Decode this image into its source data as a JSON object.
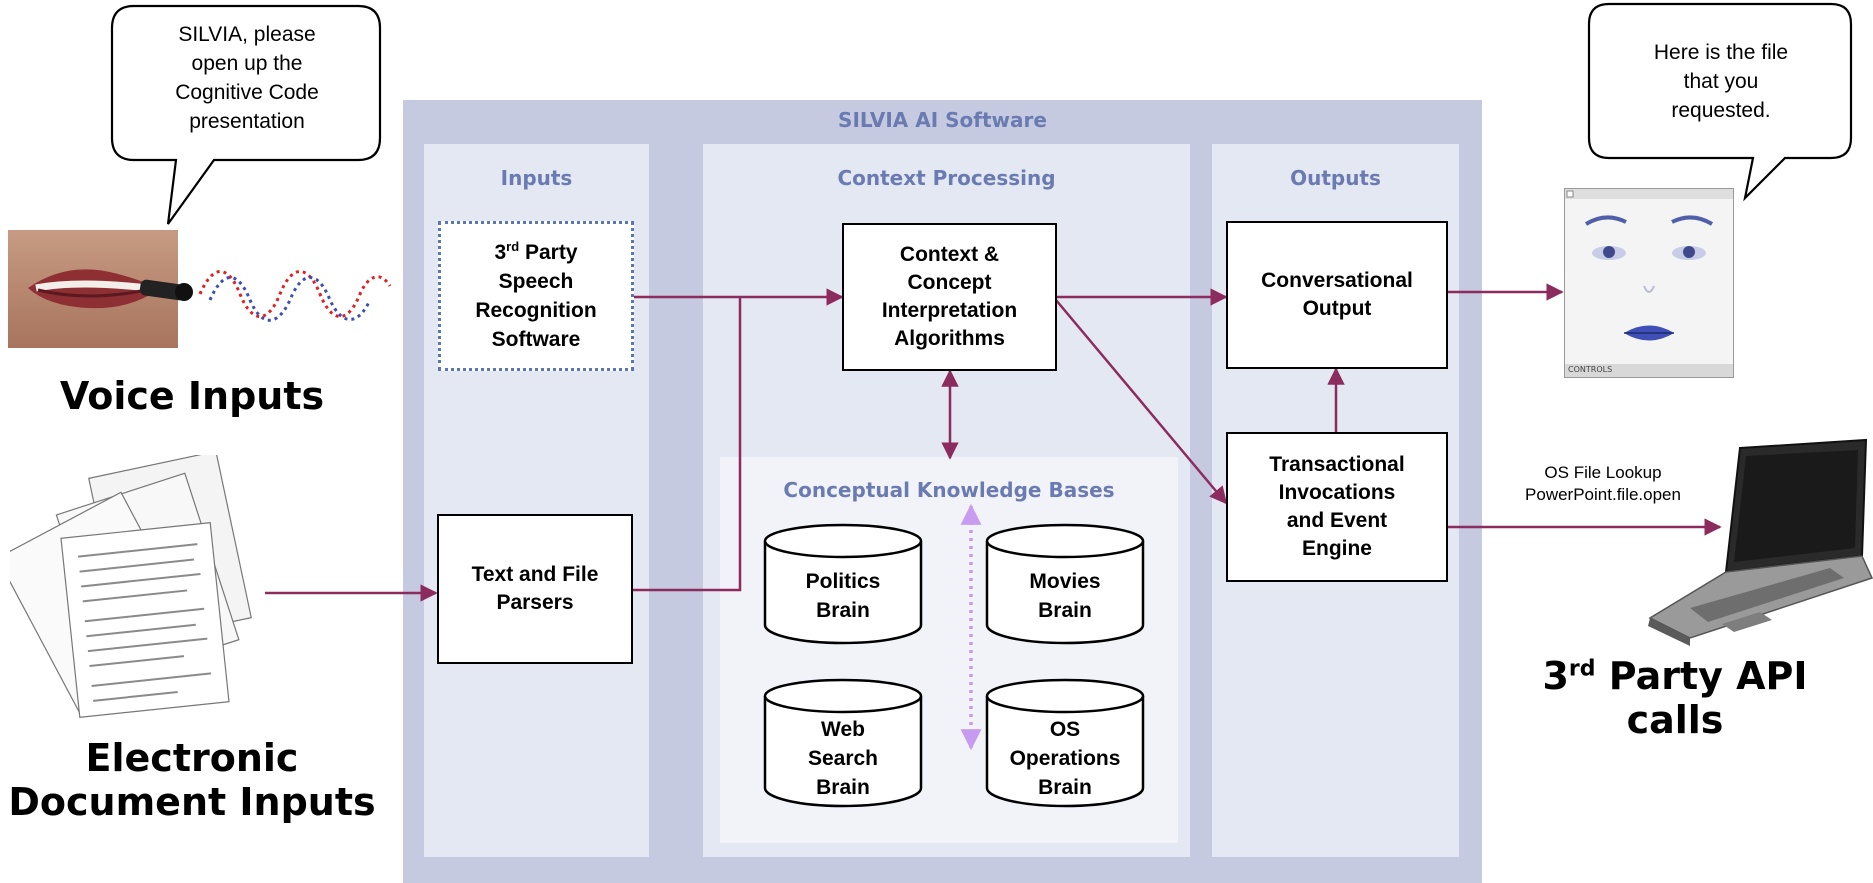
{
  "software_title": "SILVIA AI Software",
  "columns": {
    "inputs": "Inputs",
    "context": "Context Processing",
    "outputs": "Outputs"
  },
  "knowledge_bases_title": "Conceptual Knowledge Bases",
  "boxes": {
    "speech_prefix": "3",
    "speech_sup": "rd",
    "speech_line1_rest": " Party",
    "speech_line2": "Speech",
    "speech_line3": "Recognition",
    "speech_line4": "Software",
    "parsers_line1": "Text and File",
    "parsers_line2": "Parsers",
    "context_line1": "Context &",
    "context_line2": "Concept",
    "context_line3": "Interpretation",
    "context_line4": "Algorithms",
    "conversational_line1": "Conversational",
    "conversational_line2": "Output",
    "transactional_line1": "Transactional",
    "transactional_line2": "Invocations",
    "transactional_line3": "and Event",
    "transactional_line4": "Engine"
  },
  "brains": {
    "politics_l1": "Politics",
    "politics_l2": "Brain",
    "movies_l1": "Movies",
    "movies_l2": "Brain",
    "web_l1": "Web",
    "web_l2": "Search",
    "web_l3": "Brain",
    "os_l1": "OS",
    "os_l2": "Operations",
    "os_l3": "Brain"
  },
  "left": {
    "bubble_l1": "SILVIA, please",
    "bubble_l2": "open up the",
    "bubble_l3": "Cognitive Code",
    "bubble_l4": "presentation",
    "voice_inputs": "Voice Inputs",
    "doc_l1": "Electronic",
    "doc_l2": "Document Inputs"
  },
  "right": {
    "bubble_l1": "Here is the file",
    "bubble_l2": "that you",
    "bubble_l3": "requested.",
    "os_lookup_l1": "OS File Lookup",
    "os_lookup_l2": "PowerPoint.file.open",
    "api_prefix": "3",
    "api_sup": "rd",
    "api_rest": " Party API",
    "api_l2": "calls",
    "face_footer": "CONTROLS"
  },
  "colors": {
    "panel_outer": "#c5cae0",
    "column_bg": "#e4e8f3",
    "header_text": "#6a7bb2",
    "arrow": "#8b2b5e",
    "dotted_arrow": "#c79cf0"
  }
}
